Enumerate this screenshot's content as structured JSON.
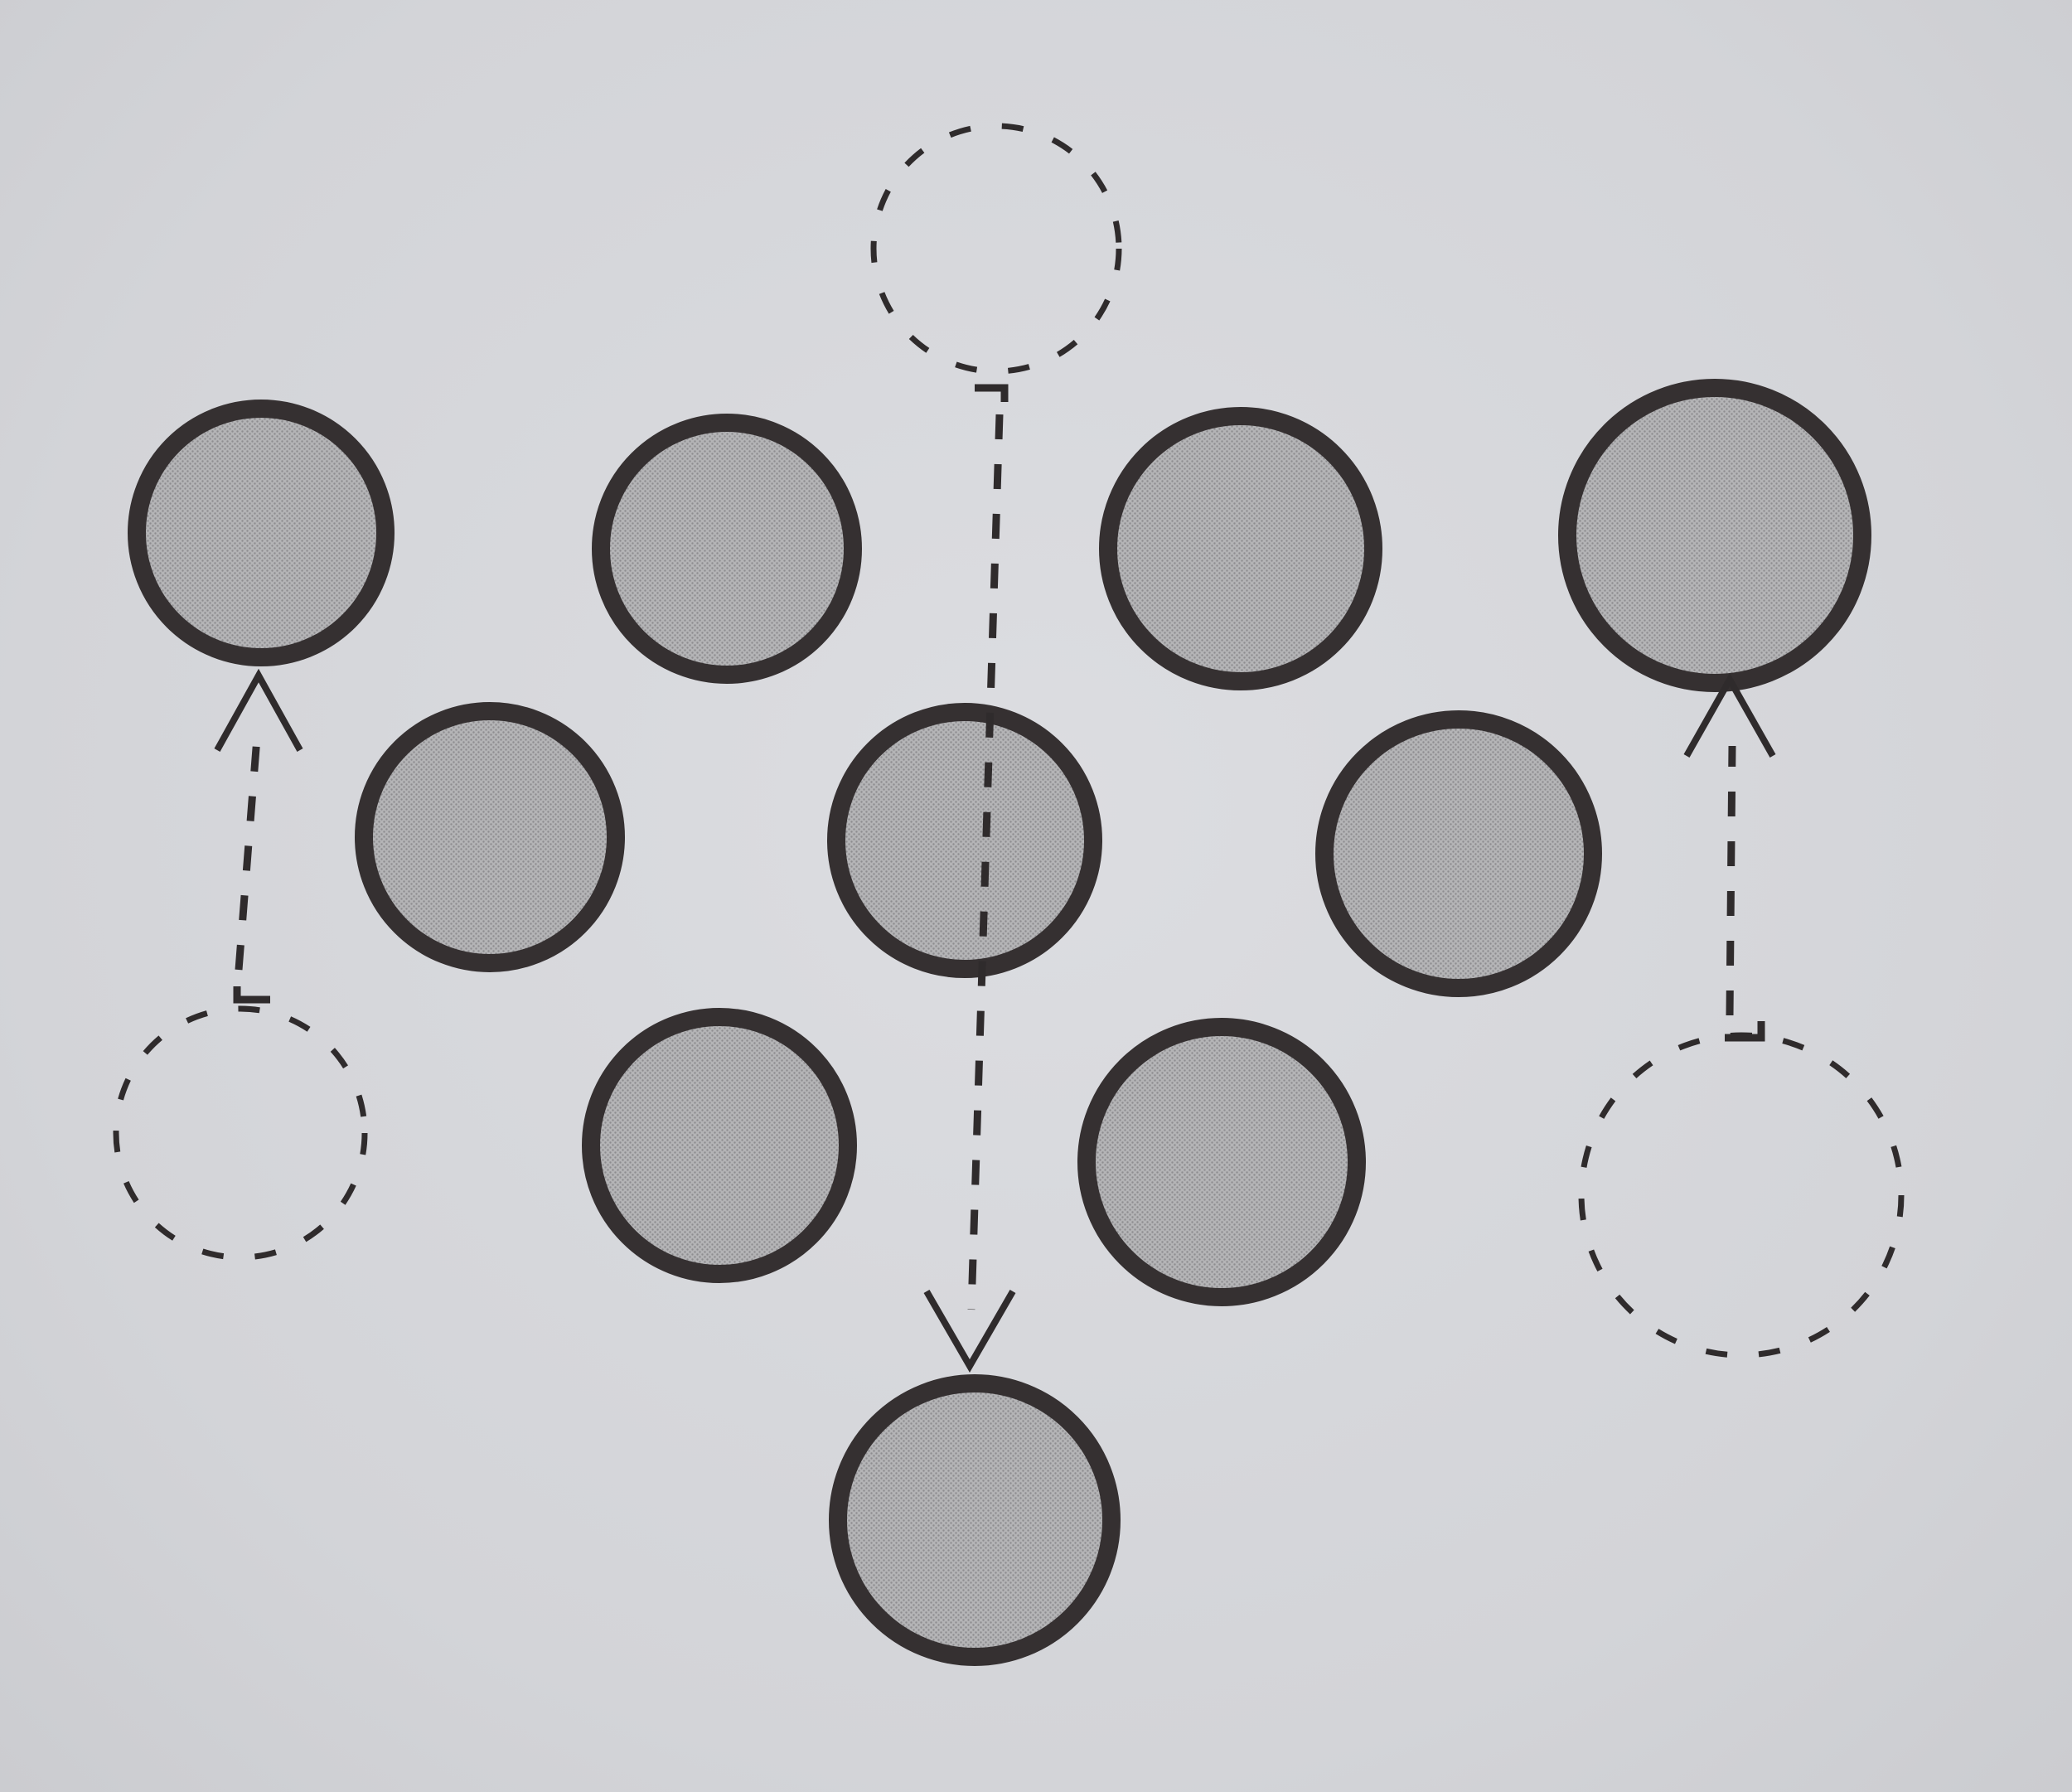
{
  "diagram": {
    "kind": "coin-triangle-puzzle",
    "coin_count": 10,
    "moves_shown": 3,
    "colors": {
      "background": "#d6d7db",
      "coin_fill": "#a8a8a8",
      "coin_outline": "#353031",
      "dashed_lines": "#2f2b2c"
    },
    "icons": {
      "coin": "solid-circle-icon",
      "ghost_position": "dashed-circle-icon",
      "move_arrow": "dashed-arrow-icon"
    }
  }
}
